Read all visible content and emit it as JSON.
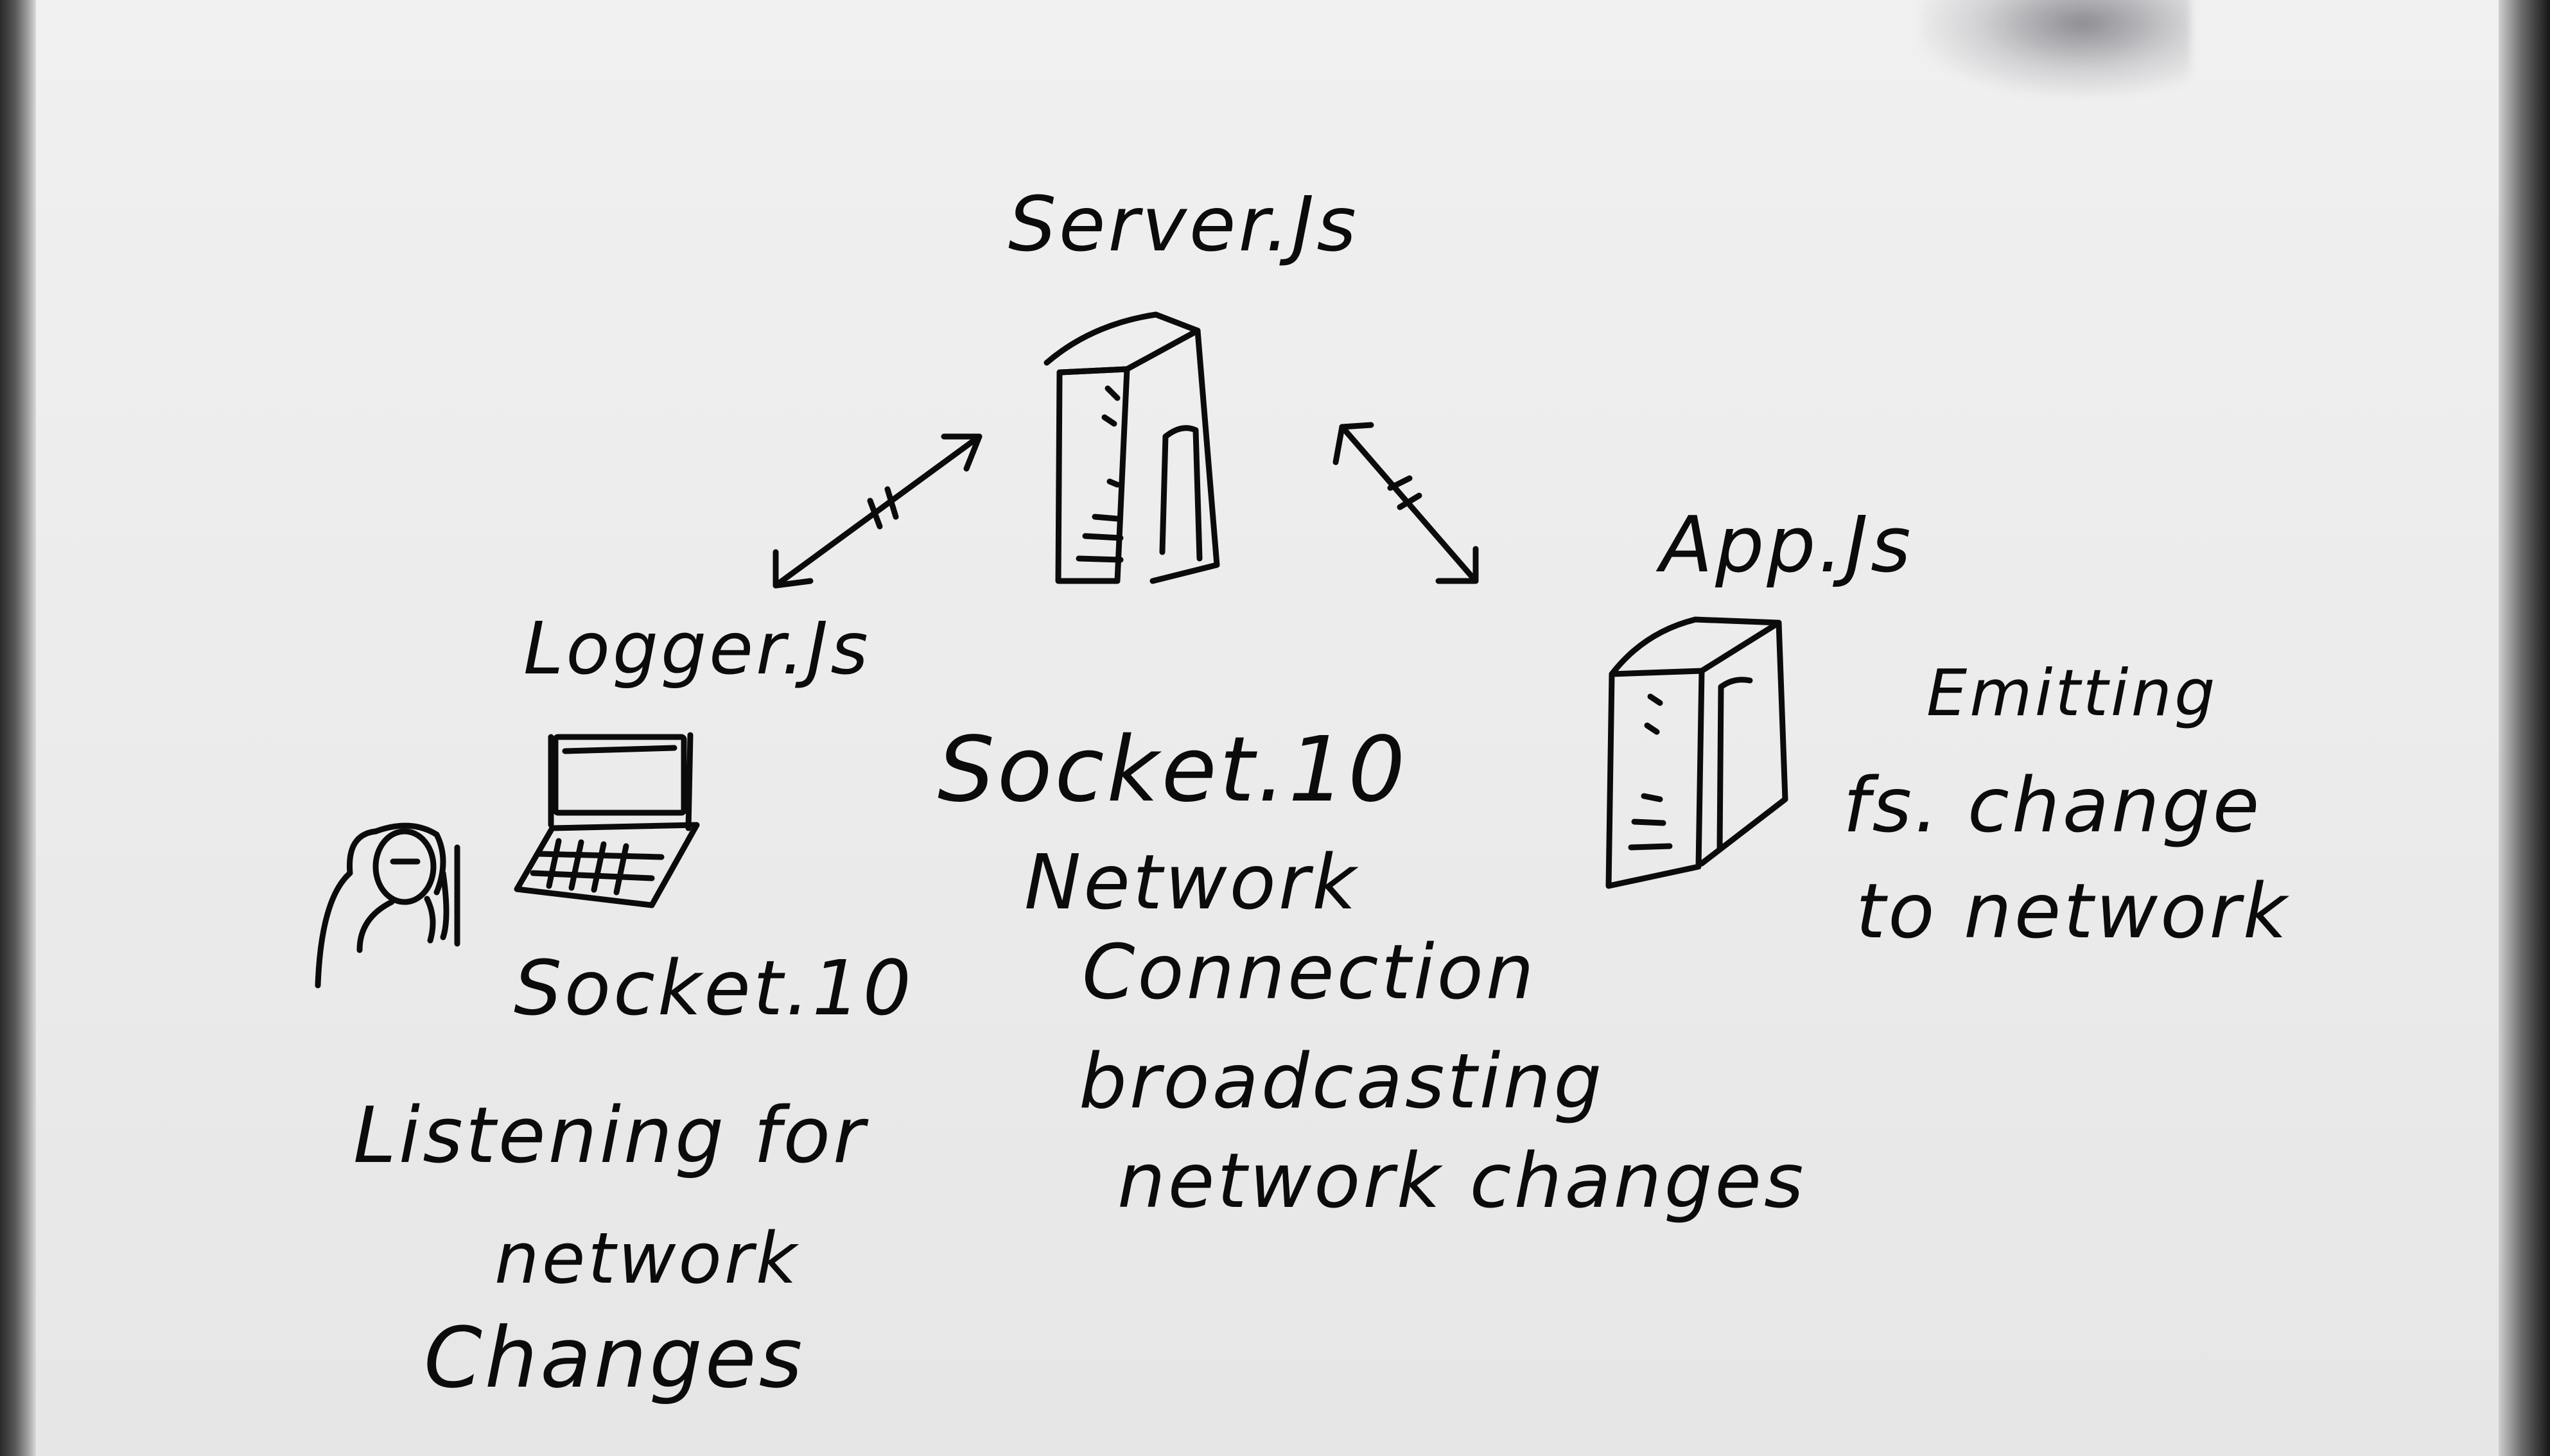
{
  "diagram": {
    "server_label": "Server.Js",
    "logger_label": "Logger.Js",
    "app_label": "App.Js",
    "center_text": {
      "line1": "Socket.10",
      "line2": "Network",
      "line3": "Connection",
      "line4": "broadcasting",
      "line5": "network changes"
    },
    "logger_text": {
      "line1": "Socket.10",
      "line2": "Listening for",
      "line3": "network",
      "line4": "Changes"
    },
    "app_text": {
      "line1": "Emitting",
      "line2": "fs. change",
      "line3": "to network"
    }
  },
  "colors": {
    "ink": "#0b0b0b",
    "board": "#ebebeb"
  },
  "icons": [
    "server-icon",
    "laptop-icon",
    "person-icon",
    "bidirectional-arrow-icon"
  ]
}
